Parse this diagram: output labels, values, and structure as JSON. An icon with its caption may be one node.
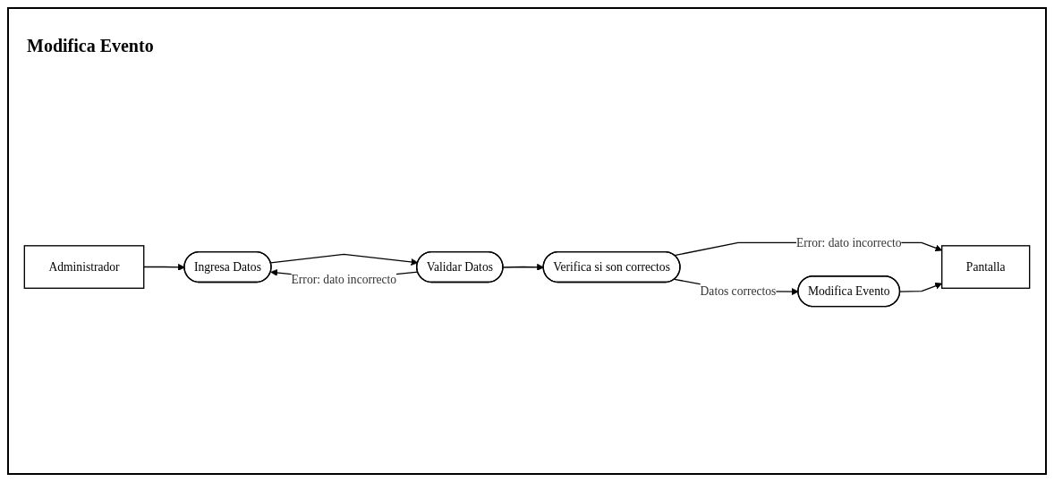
{
  "diagram": {
    "title": "Modifica Evento",
    "nodes": [
      {
        "text": [
          "Administrador"
        ]
      },
      {
        "text": [
          "Ingresa Datos"
        ]
      },
      {
        "text": [
          "Validar Datos"
        ]
      },
      {
        "text": [
          "Verifica si son correctos"
        ]
      },
      {
        "text": [
          "Pantalla"
        ]
      },
      {
        "text": [
          "Modifica Evento"
        ]
      }
    ],
    "edges": [
      {
        "from": 0,
        "to": 1,
        "arrow": "to"
      },
      {
        "from": 1,
        "to": 2,
        "arrow": "to"
      },
      {
        "from": 2,
        "to": 1,
        "arrow": "to",
        "label": "Error: dato incorrecto"
      },
      {
        "from": 2,
        "to": 3,
        "arrow": "to"
      },
      {
        "from": 3,
        "to": 4,
        "arrow": "to",
        "label": "Error: dato incorrecto"
      },
      {
        "from": 3,
        "to": 5,
        "arrow": "to",
        "label": "Datos correctos"
      },
      {
        "from": 5,
        "to": 4,
        "arrow": "to"
      }
    ]
  }
}
